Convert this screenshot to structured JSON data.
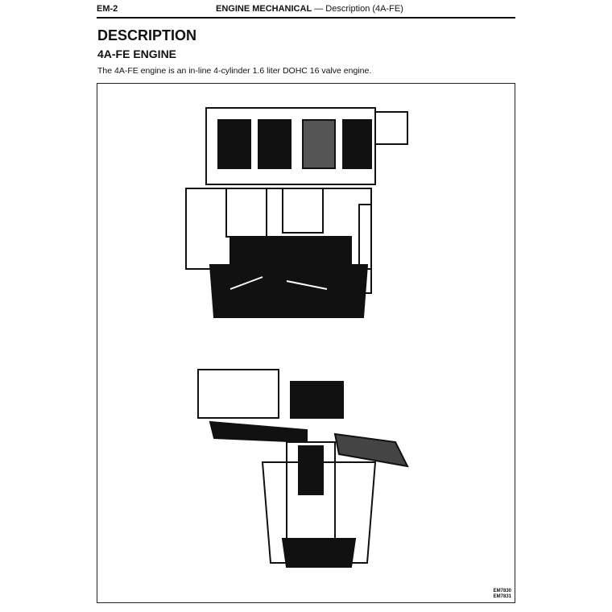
{
  "header": {
    "page_number": "EM-2",
    "section": "ENGINE MECHANICAL",
    "subsection": " — Description (4A-FE)"
  },
  "title": "DESCRIPTION",
  "subtitle": "4A-FE ENGINE",
  "description": "The 4A-FE engine is an in-line 4-cylinder 1.6 liter DOHC 16 valve engine.",
  "figure": {
    "codes": [
      "EM7830",
      "EM7831"
    ]
  }
}
